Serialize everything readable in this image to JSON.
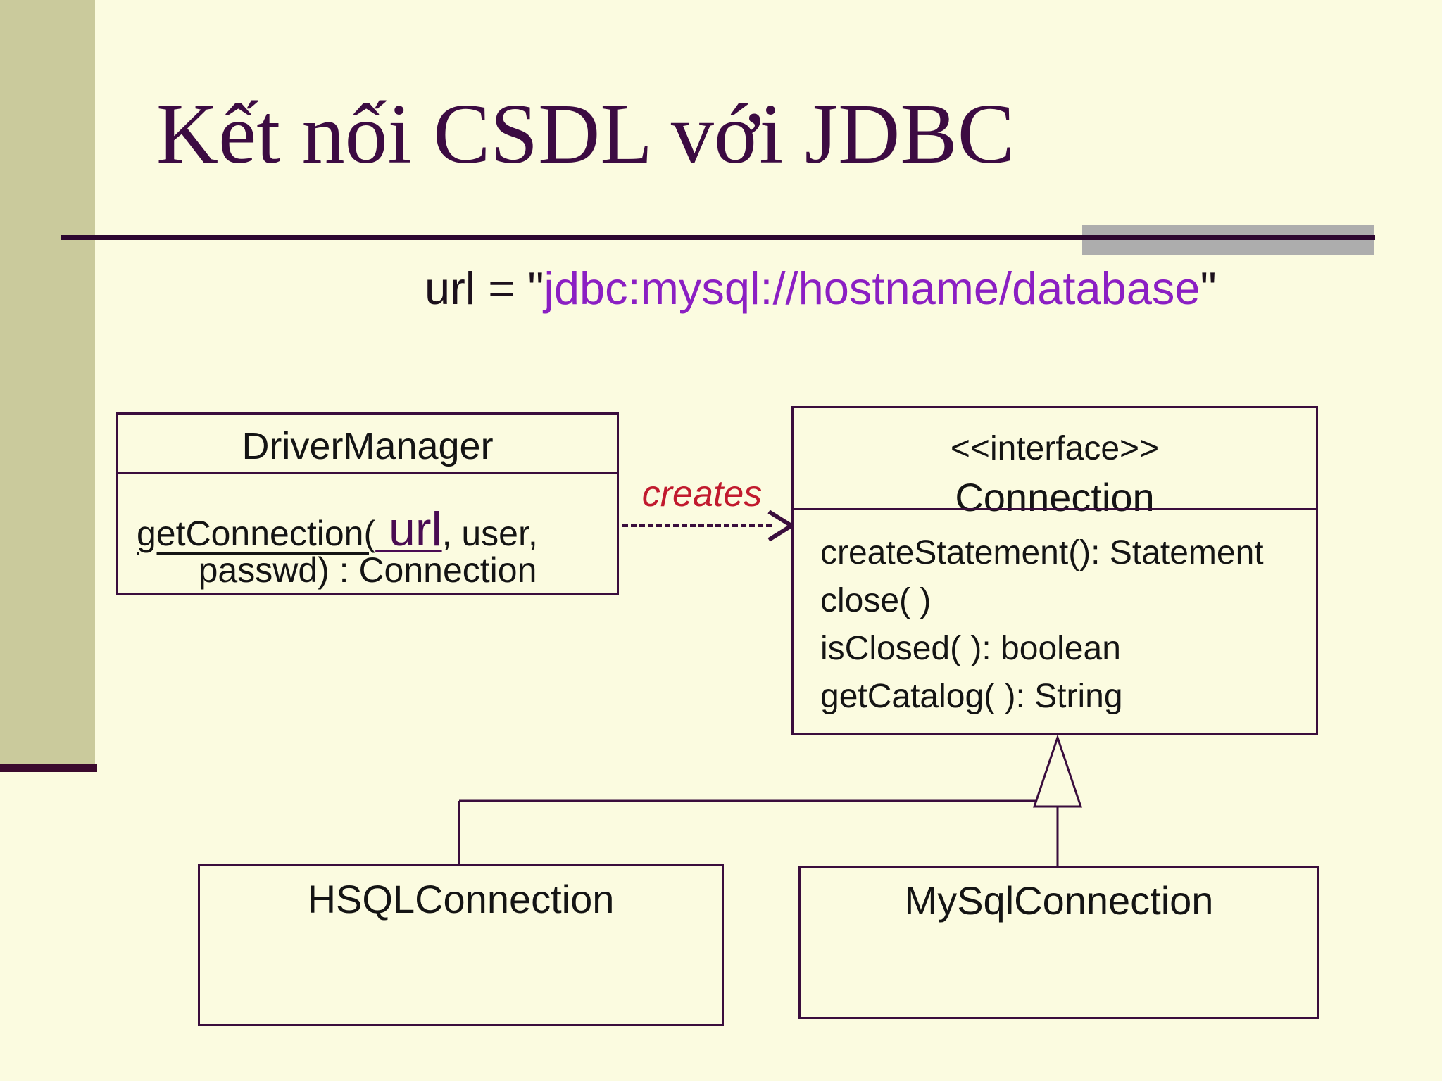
{
  "slide": {
    "title": "Kết nối CSDL với JDBC",
    "url_line": {
      "prefix": "url = \"",
      "url": "jdbc:mysql://hostname/database",
      "suffix": "\""
    },
    "diagram": {
      "driver_manager": {
        "name": "DriverManager",
        "method_pre": "getConnection(",
        "method_url_param": " url",
        "method_post": ", user,",
        "method_line2": "passwd) : Connection"
      },
      "connection": {
        "stereotype": "<<interface>>",
        "name": "Connection",
        "methods": [
          "createStatement(): Statement",
          "close( )",
          "isClosed( ): boolean",
          "getCatalog( ): String"
        ]
      },
      "association_label": "creates",
      "subclasses": [
        {
          "name": "HSQLConnection"
        },
        {
          "name": "MySqlConnection"
        }
      ]
    },
    "colors": {
      "background": "#FBFBE0",
      "sidebar": "#CACA9C",
      "sidebar_cap": "#3B0A2E",
      "title_text": "#3C0B42",
      "rule_line": "#2D0730",
      "gray_accent_bar": "#ADADAD",
      "box_border": "#3A0D3D",
      "url_value_purple": "#8B1FC3",
      "url_param_purple": "#4A0C52",
      "creates_red": "#C11A2E",
      "body_text": "#141414"
    }
  }
}
